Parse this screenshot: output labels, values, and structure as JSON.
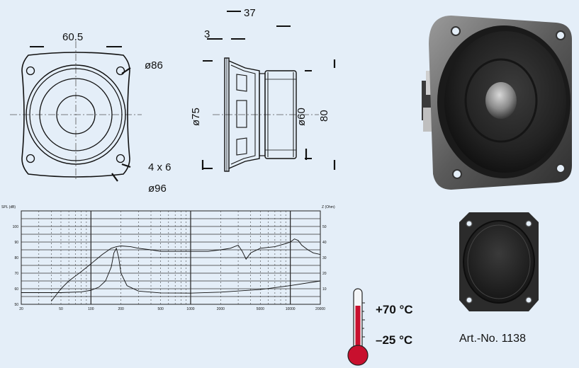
{
  "drawing": {
    "width_label": "60.5",
    "depth_label": "37",
    "flange_label": "3",
    "cutout_label": "ø86",
    "holes_label": "4 x 6",
    "hole_circle_label": "ø96",
    "body_diameter_label": "ø75",
    "magnet_diameter_label": "ø60",
    "height_label": "80"
  },
  "temperature": {
    "max_label": "+70 °C",
    "min_label": "–25 °C"
  },
  "product": {
    "article_label": "Art.-No. 1138"
  },
  "chart_data": {
    "type": "line",
    "title": "",
    "ylabel": "SPL (dB)",
    "y2label": "Z (Ohm)",
    "xscale": "log",
    "xlim": [
      20,
      20000
    ],
    "ylim": [
      50,
      110
    ],
    "y2lim": [
      0,
      60
    ],
    "x_ticks": [
      20,
      50,
      100,
      200,
      500,
      1000,
      2000,
      5000,
      10000,
      20000
    ],
    "x_tick_labels": [
      "20",
      "50",
      "100",
      "200",
      "500",
      "1000",
      "2000",
      "5000",
      "10000",
      "20000"
    ],
    "y_ticks": [
      50,
      60,
      70,
      80,
      90,
      100
    ],
    "y_tick_labels": [
      "50",
      "60",
      "70",
      "80",
      "90",
      "100"
    ],
    "y2_ticks": [
      10,
      20,
      30,
      40,
      50
    ],
    "y2_tick_labels": [
      "10",
      "20",
      "30",
      "40",
      "50"
    ],
    "grid": true,
    "series": [
      {
        "axis": "left",
        "x": [
          40,
          50,
          60,
          80,
          100,
          130,
          160,
          180,
          200,
          250,
          300,
          400,
          500,
          700,
          1000,
          1500,
          2000,
          2500,
          3000,
          3300,
          3600,
          4000,
          5000,
          7000,
          9000,
          10000,
          11000,
          12000,
          13000,
          15000,
          17000,
          20000
        ],
        "y": [
          52,
          60,
          65,
          71,
          76,
          82,
          86,
          87,
          87.5,
          87,
          86,
          85,
          84,
          84,
          84,
          84,
          85,
          86,
          88,
          84,
          79,
          83,
          86,
          87,
          89,
          90,
          92,
          91,
          88,
          85,
          83,
          82
        ]
      },
      {
        "axis": "right",
        "x": [
          20,
          50,
          80,
          100,
          120,
          140,
          160,
          170,
          180,
          190,
          200,
          230,
          300,
          500,
          1000,
          2000,
          5000,
          10000,
          20000
        ],
        "y": [
          7.5,
          7.5,
          8,
          9,
          11,
          15,
          24,
          33,
          36,
          30,
          20,
          12,
          8.5,
          7.3,
          7.2,
          7.8,
          9.5,
          12,
          15
        ]
      }
    ]
  }
}
